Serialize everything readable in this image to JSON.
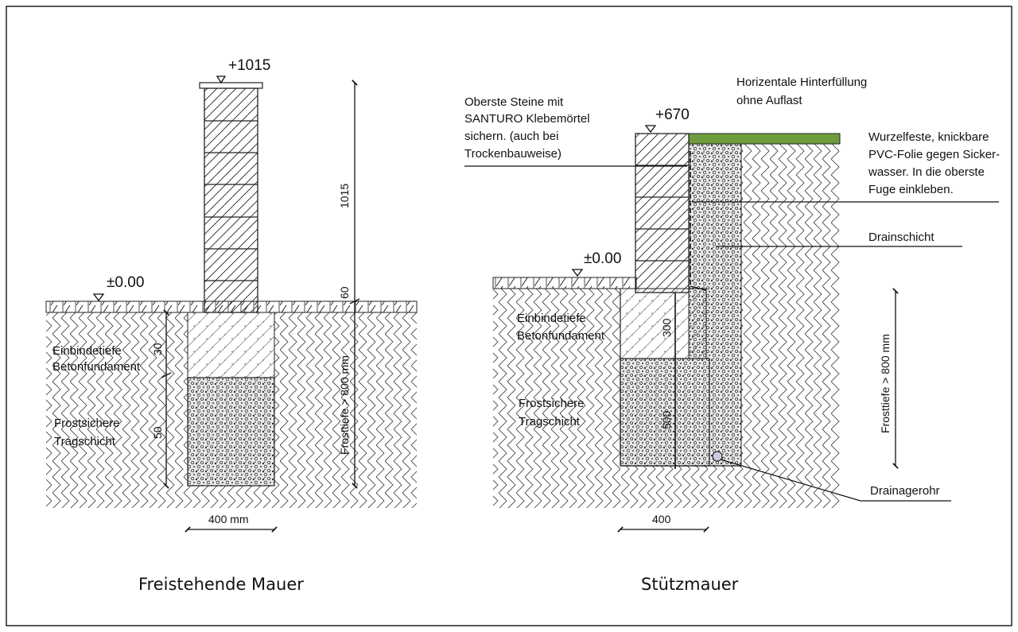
{
  "left": {
    "caption": "Freistehende Mauer",
    "level_top": "+1015",
    "level_ground": "±0.00",
    "label_foundation_1": "Einbindetiefe",
    "label_foundation_2": "Betonfundament",
    "label_base_1": "Frostsichere",
    "label_base_2": "Tragschicht",
    "dim_height": "1015",
    "dim_plinth": "60",
    "dim_foundation": "30",
    "dim_base": "50",
    "dim_frost": "Frosttiefe > 800 mm",
    "dim_width": "400 mm"
  },
  "right": {
    "caption": "Stützmauer",
    "level_top": "+670",
    "level_ground": "±0.00",
    "note_top_1": "Oberste Steine mit",
    "note_top_2": "SANTURO Klebemörtel",
    "note_top_3": "sichern. (auch bei",
    "note_top_4": "Trockenbauweise)",
    "note_backfill_1": "Horizentale Hinterfüllung",
    "note_backfill_2": "ohne Auflast",
    "note_foil_1": "Wurzelfeste, knickbare",
    "note_foil_2": "PVC-Folie gegen Sicker-",
    "note_foil_3": "wasser. In die oberste",
    "note_foil_4": "Fuge einkleben.",
    "note_drain_layer": "Drainschicht",
    "note_drain_pipe": "Drainagerohr",
    "label_foundation_1": "Einbindetiefe",
    "label_foundation_2": "Betonfundament",
    "label_base_1": "Frostsichere",
    "label_base_2": "Tragschicht",
    "dim_foundation": "300",
    "dim_base": "500",
    "dim_frost": "Frosttiefe > 800 mm",
    "dim_width": "400"
  },
  "colors": {
    "turf": "#6e9b3c",
    "line": "#1a1a1a"
  }
}
